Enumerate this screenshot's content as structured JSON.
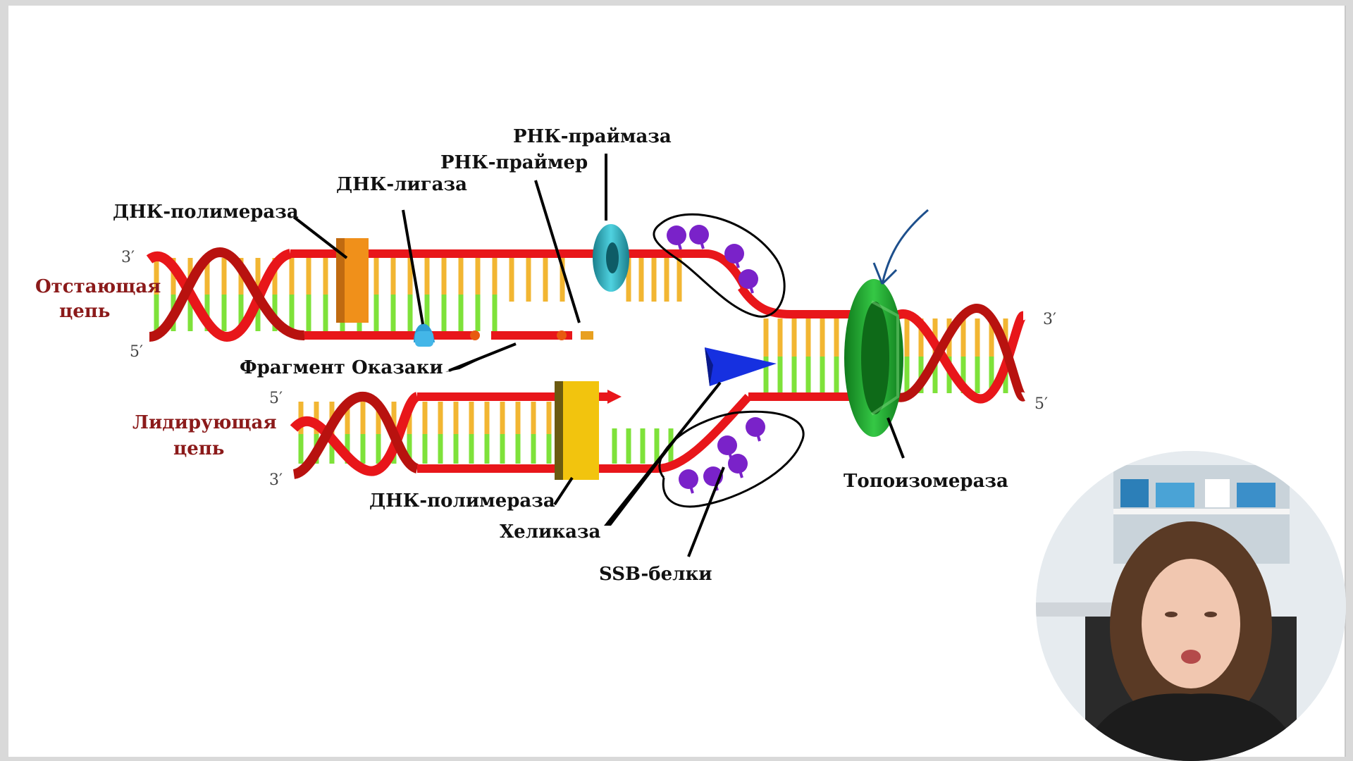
{
  "labels": {
    "primase": "РНК-праймаза",
    "primer": "РНК-праймер",
    "ligase": "ДНК-лигаза",
    "polymerase_top": "ДНК-полимераза",
    "okazaki": "Фрагмент Оказаки",
    "polymerase_bottom": "ДНК-полимераза",
    "helicase": "Хеликаза",
    "ssb": "SSB-белки",
    "topoisomerase": "Топоизомераза"
  },
  "strands": {
    "lagging_1": "Отстающая",
    "lagging_2": "цепь",
    "leading_1": "Лидирующая",
    "leading_2": "цепь"
  },
  "primes": {
    "lag_3": "3′",
    "lag_5": "5′",
    "lead_5": "5′",
    "lead_3": "3′",
    "right_3": "3′",
    "right_5": "5′"
  },
  "colors": {
    "backbone": "#e8161a",
    "rung_green": "#7ee23a",
    "rung_orange": "#f2b632",
    "primase": "#2aa7b8",
    "ssb": "#7a22c9",
    "helicase": "#1630e0",
    "topoisomerase": "#1fa52c",
    "polymerase_top": "#f0901a",
    "polymerase_bottom": "#f2c40e",
    "annotation_ink": "#1d4f8c"
  }
}
